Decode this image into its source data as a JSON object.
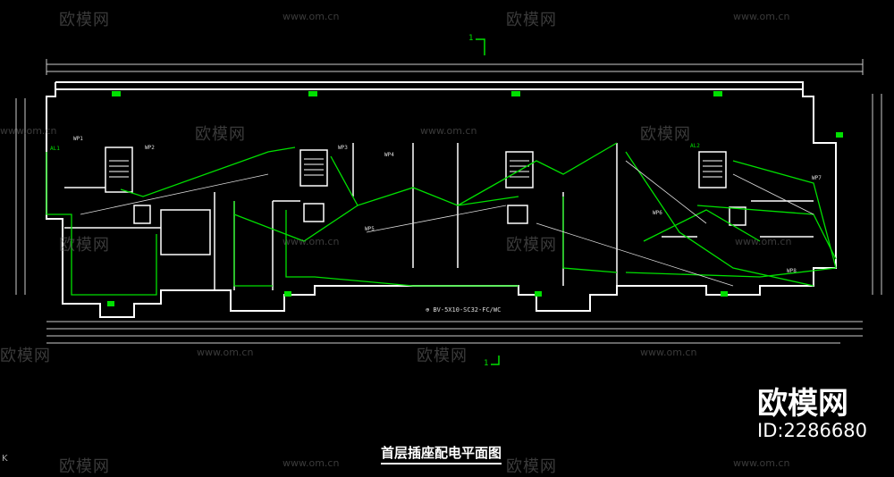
{
  "drawing": {
    "title": "首层插座配电平面图",
    "legend": "BV-5X10-SC32-FC/WC",
    "axis_marker": "1",
    "corner_mark": "K"
  },
  "brand": {
    "name": "欧模网",
    "id": "ID:2286680"
  },
  "watermark": {
    "logo_text": "欧模网",
    "url": "www.om.cn"
  },
  "circuit_labels": [
    "WP1",
    "WP2",
    "WP3",
    "WP4",
    "WP5",
    "WP6",
    "WP7",
    "WP8",
    "AL1",
    "AL2"
  ],
  "colors": {
    "background": "#000000",
    "wall": "#ffffff",
    "circuit": "#00e000",
    "watermark": "#6a6a6a"
  }
}
